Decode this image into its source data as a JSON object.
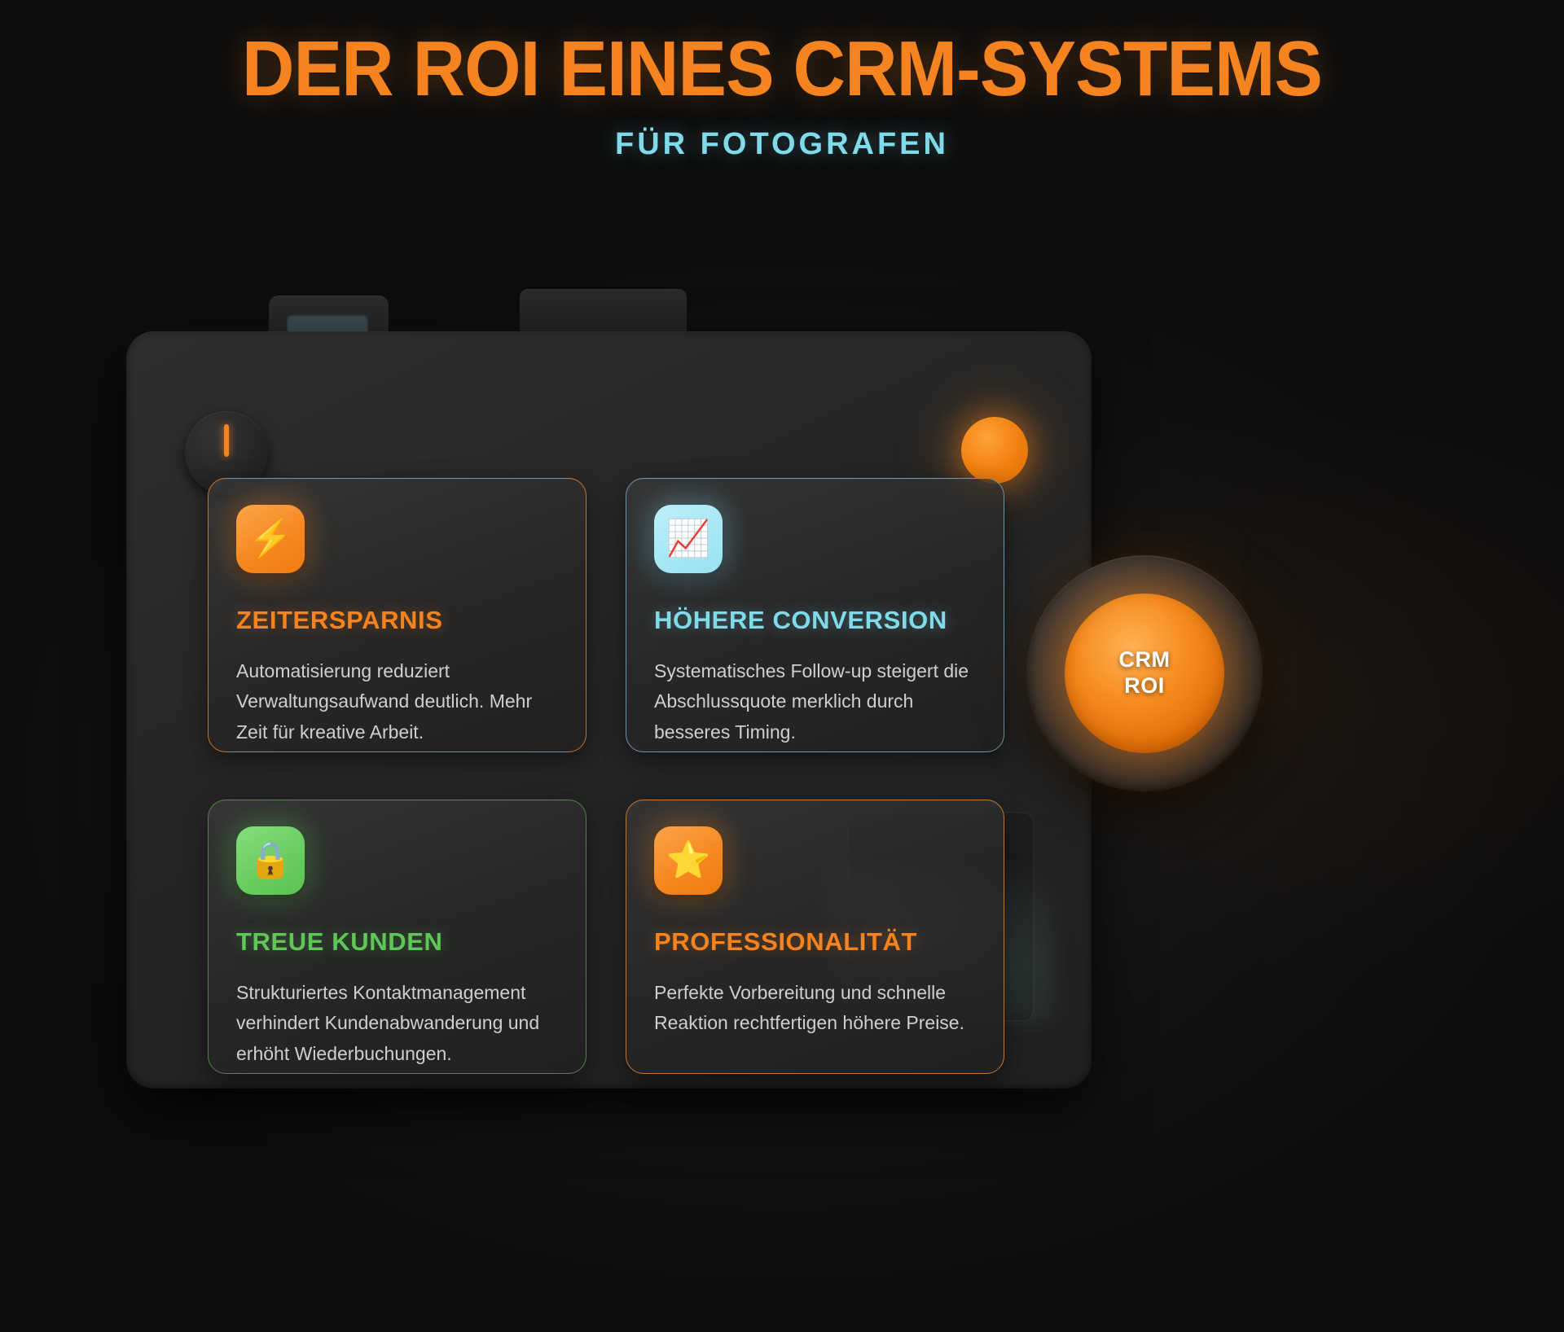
{
  "header": {
    "title": "DER ROI EINES CRM-SYSTEMS",
    "subtitle": "FÜR FOTOGRAFEN",
    "title_color": "#F5831F",
    "subtitle_color": "#7FDBEA"
  },
  "badge": {
    "line1": "CRM",
    "line2": "ROI",
    "color": "#F5831F"
  },
  "cards": [
    {
      "icon": "lightning-bolt-icon",
      "icon_glyph": "⚡",
      "accent": "#F5831F",
      "title": "ZEITERSPARNIS",
      "body": "Automatisierung reduziert Verwaltungsaufwand deutlich. Mehr Zeit für kreative Arbeit."
    },
    {
      "icon": "chart-increasing-icon",
      "icon_glyph": "📈",
      "accent": "#7FDBEA",
      "title": "HÖHERE CONVERSION",
      "body": "Systematisches Follow-up steigert die Abschlussquote merklich durch besseres Timing."
    },
    {
      "icon": "lock-icon",
      "icon_glyph": "🔒",
      "accent": "#5FC758",
      "title": "TREUE KUNDEN",
      "body": "Strukturiertes Kontaktmanagement verhindert Kundenabwanderung und erhöht Wiederbuchungen."
    },
    {
      "icon": "star-icon",
      "icon_glyph": "⭐",
      "accent": "#F5831F",
      "title": "PROFESSIONALITÄT",
      "body": "Perfekte Vorbereitung und schnelle Reaktion rechtfertigen höhere Preise."
    }
  ]
}
